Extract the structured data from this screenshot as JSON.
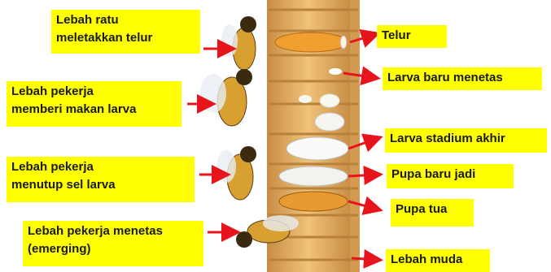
{
  "left_labels": [
    {
      "lines": [
        "Lebah ratu",
        "meletakkan telur"
      ]
    },
    {
      "lines": [
        "Lebah pekerja",
        "memberi makan larva"
      ]
    },
    {
      "lines": [
        "Lebah pekerja",
        "menutup sel  larva"
      ]
    },
    {
      "lines": [
        "Lebah pekerja menetas",
        "(emerging)"
      ]
    }
  ],
  "right_labels": [
    {
      "text": "Telur"
    },
    {
      "text": "Larva baru menetas"
    },
    {
      "text": "Larva stadium akhir"
    },
    {
      "text": "Pupa baru jadi"
    },
    {
      "text": "Pupa tua"
    },
    {
      "text": "Lebah muda"
    }
  ],
  "colors": {
    "label_bg": "#ffff00",
    "arrow": "#e8141c",
    "comb": "#e0a85a",
    "comb_dark": "#b8823a"
  },
  "icons": [
    "queen-bee-icon",
    "worker-bee-icon",
    "egg-icon",
    "larva-icon",
    "pupa-icon"
  ]
}
